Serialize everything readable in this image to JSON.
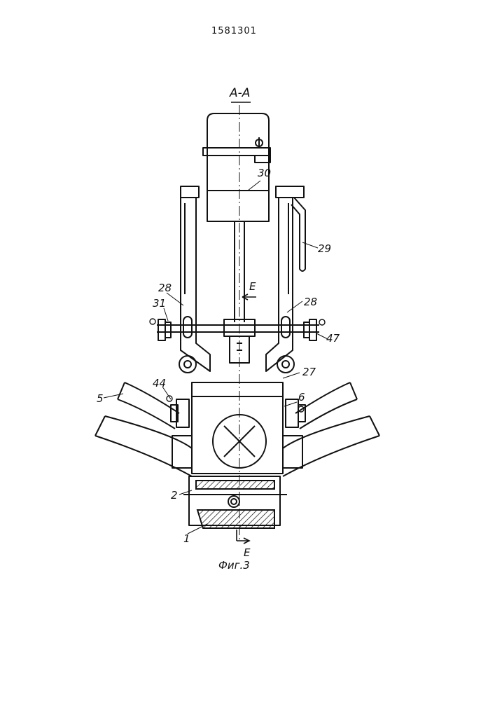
{
  "patent_number": "1581301",
  "section_title": "А-А",
  "figure_caption": "Фиг.3",
  "cut_marker": "Е",
  "labels": {
    "l30": "30",
    "l29": "29",
    "l28_left": "28",
    "l28_right": "28",
    "l31": "31",
    "l47": "47",
    "l27": "27",
    "l44": "44",
    "l5": "5",
    "l6": "6",
    "l2": "2",
    "l1": "1"
  },
  "colors": {
    "ink": "#111111",
    "paper": "#ffffff"
  }
}
